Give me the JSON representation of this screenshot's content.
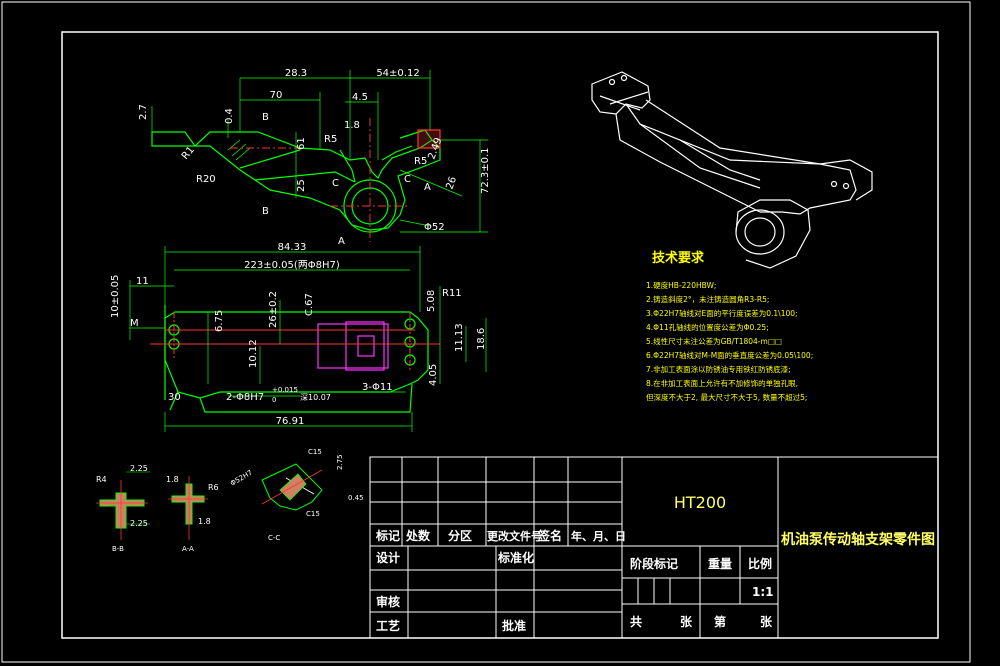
{
  "drawing": {
    "title": "机油泵传动轴支架零件图",
    "material": "HT200",
    "scale": "1:1"
  },
  "title_block": {
    "row_labels": [
      "标记",
      "处数",
      "分区",
      "更改文件号",
      "签名",
      "年、月、日"
    ],
    "design": "设计",
    "standardize": "标准化",
    "review": "审核",
    "process": "工艺",
    "approve": "批准",
    "stage_mark": "阶段标记",
    "weight": "重量",
    "scale_label": "比例",
    "total": "共",
    "sheets": "张",
    "page": "第",
    "sheet2": "张"
  },
  "tech_req": {
    "heading": "技术要求",
    "items": [
      "1.硬度HB-220HBW;",
      "2.铸造斜度2°，未注铸造圆角R3-R5;",
      "3.Φ22H7轴线对E面的平行度误差为0.1\\100;",
      "4.Φ11孔轴线的位置度公差为Φ0.25;",
      "5.线性尺寸未注公差为GB/T1804-m□□",
      "6.Φ22H7轴线对M-M面的垂直度公差为0.05\\100;",
      "7.非加工表面涂以防锈油专用铁红防锈底漆;",
      "8.在非加工表面上允许有不加修饰的单独孔眼,",
      "  但深度不大于2, 最大尺寸不大于5, 数量不超过5;"
    ]
  },
  "dims": {
    "top": [
      "28.3",
      "54±0.12",
      "70",
      "4.5",
      "2.7",
      "0.4",
      "1.8",
      "R5",
      "R5",
      "R20",
      "61",
      "R1",
      "25",
      "2.49",
      "72.3±0.1",
      "26",
      "Φ52",
      "B",
      "B",
      "C",
      "C",
      "A",
      "A"
    ],
    "front": [
      "84.33",
      "223±0.05(两Φ8H7)",
      "11",
      "10±0.05",
      "R11",
      "5.08",
      "26±0.2",
      "C.67",
      "6.75",
      "10.12",
      "11.13",
      "18.6",
      "4.05",
      "30",
      "2-Φ8H7",
      "+0.015",
      "0",
      "深10.07",
      "3-Φ11",
      "76.91",
      "M"
    ],
    "sections": [
      "R4",
      "2.25",
      "2.25",
      "B-B",
      "1.8",
      "R6",
      "1.8",
      "A-A",
      "Φ52H7",
      "C-C",
      "C15",
      "C15",
      "2.75",
      "0.45"
    ]
  }
}
